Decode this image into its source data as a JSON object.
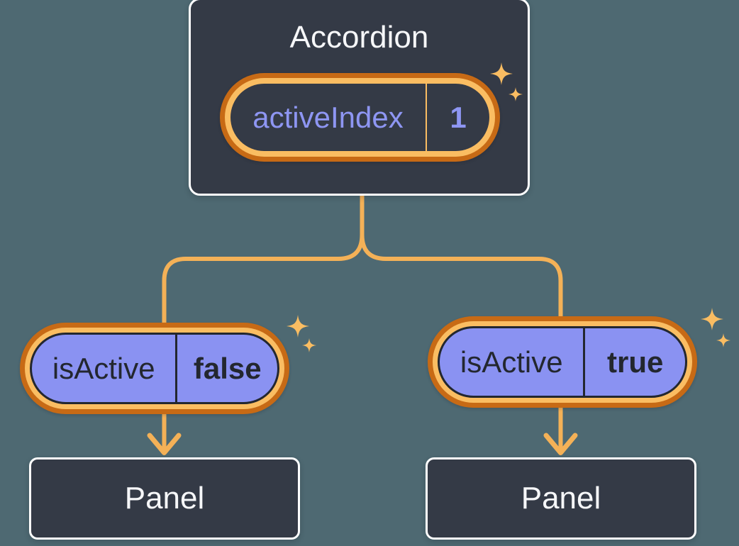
{
  "colors": {
    "background": "#4e6972",
    "node_fill": "#343a46",
    "node_border": "#ffffff",
    "ring_dark_orange": "#c76a15",
    "ring_light_orange": "#fabd62",
    "pill_purple": "#8a92f2",
    "connector_orange": "#f4b157",
    "text_light": "#f6f7f9",
    "text_dark": "#23272f",
    "text_purple": "#8e96f3"
  },
  "icons": {
    "sparkle": "✦"
  },
  "root_node": {
    "title": "Accordion",
    "state_pill": {
      "name": "activeIndex",
      "value": "1"
    }
  },
  "children": [
    {
      "prop_pill": {
        "name": "isActive",
        "value": "false"
      },
      "panel": {
        "title": "Panel"
      }
    },
    {
      "prop_pill": {
        "name": "isActive",
        "value": "true"
      },
      "panel": {
        "title": "Panel"
      }
    }
  ]
}
